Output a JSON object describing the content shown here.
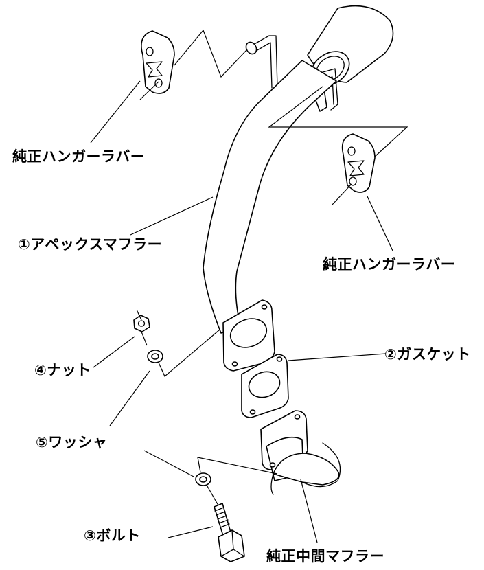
{
  "labels": {
    "hanger_rubber_left": "純正ハンガーラバー",
    "apex_muffler": "①アペックスマフラー",
    "hanger_rubber_right": "純正ハンガーラバー",
    "gasket": "②ガスケット",
    "nut": "④ナット",
    "washer": "⑤ワッシャ",
    "bolt": "③ボルト",
    "center_muffler": "純正中間マフラー"
  }
}
